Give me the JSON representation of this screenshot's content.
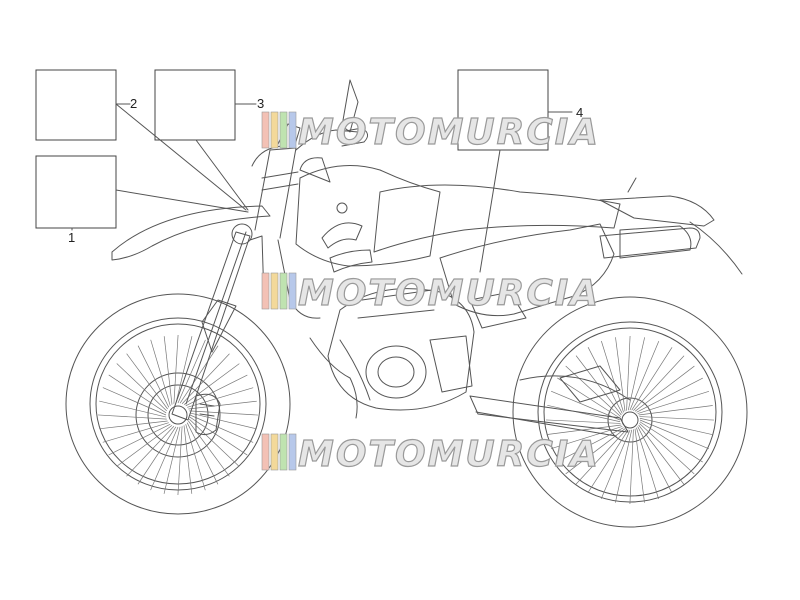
{
  "callouts": [
    {
      "label": "1"
    },
    {
      "label": "2"
    },
    {
      "label": "3"
    },
    {
      "label": "4"
    }
  ],
  "watermark": {
    "text": "MOTOMURCIA",
    "stripe_colors": [
      "#f3c1b5",
      "#f3d99a",
      "#bfe3b0",
      "#b7c8ea"
    ]
  }
}
